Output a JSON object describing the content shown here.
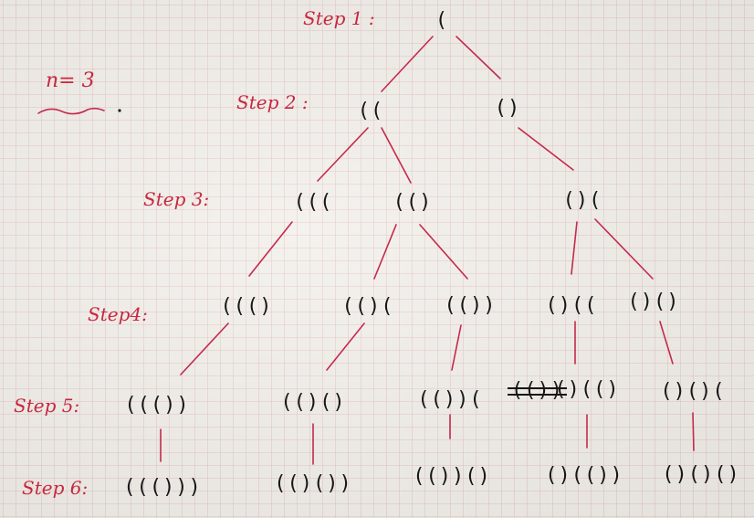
{
  "n_label": "n= 3",
  "steps": {
    "s1": "Step 1 :",
    "s2": "Step 2 :",
    "s3": "Step 3:",
    "s4": "Step4:",
    "s5": "Step 5:",
    "s6": "Step 6:"
  },
  "nodes": {
    "root": "(",
    "l2_a": "((",
    "l2_b": "()",
    "l3_a": "(((",
    "l3_b": "(()",
    "l3_c": "()(",
    "l4_a": "((()",
    "l4_b": "(()(",
    "l4_c": "(())",
    "l4_d": "()((",
    "l4_e": "()()",
    "l5_a": "((())",
    "l5_b": "(()()",
    "l5_c": "(())(",
    "l5_d": "()(()",
    "l5_e": "()()(",
    "l6_a": "((()))",
    "l6_b": "(()())",
    "l6_c": "(())()",
    "l6_d": "()(())",
    "l6_e": "()()()"
  },
  "crossed_out": "(())",
  "colors": {
    "ink": "#161616",
    "red": "#c42a4a",
    "paper": "#f2efea",
    "grid": "#e2c4c4"
  }
}
